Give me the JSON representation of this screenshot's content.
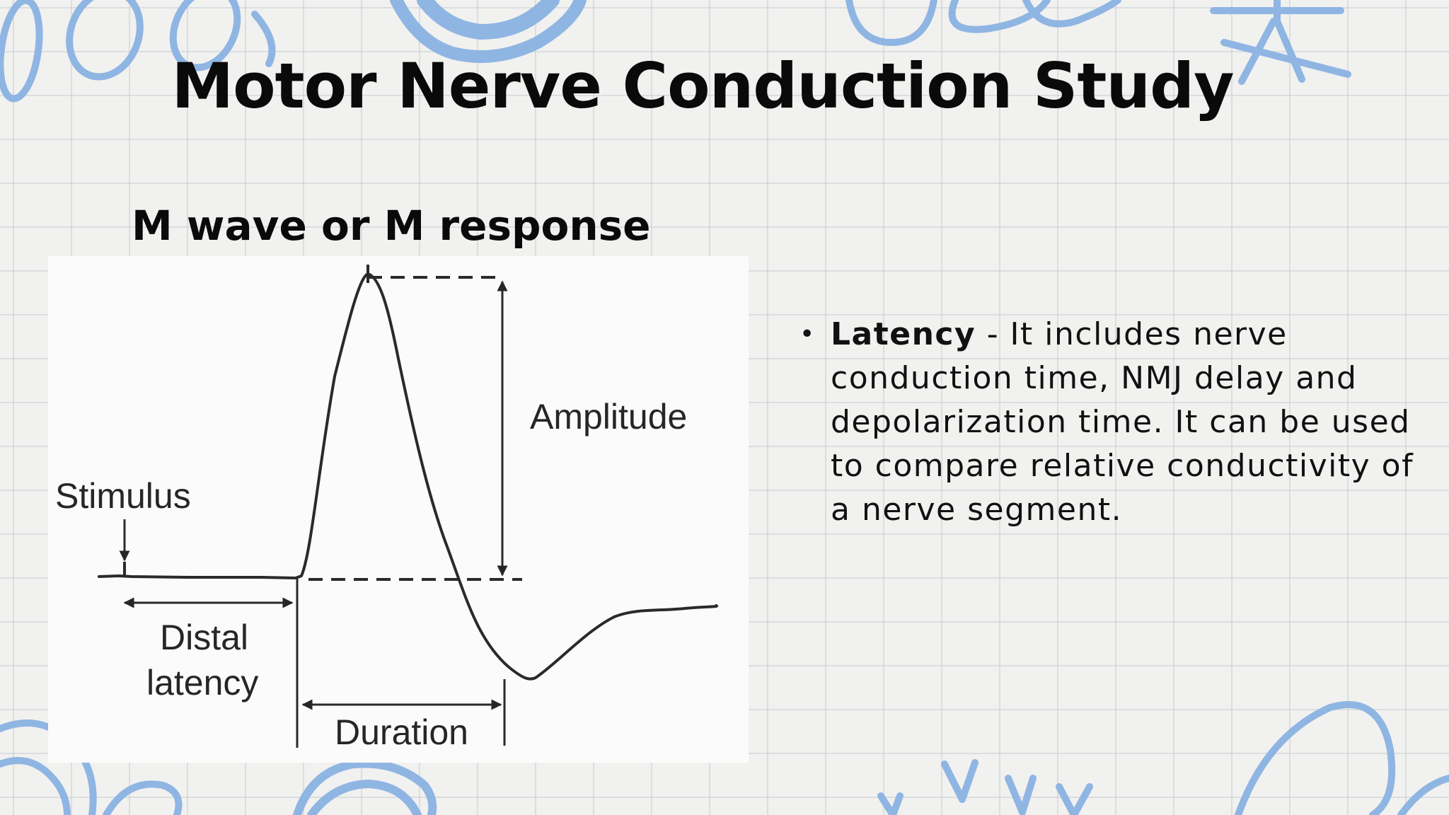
{
  "slide": {
    "title": "Motor Nerve Conduction Study",
    "subtitle": "M wave or M response"
  },
  "diagram": {
    "labels": {
      "amplitude": "Amplitude",
      "stimulus": "Stimulus",
      "distal_line1": "Distal",
      "distal_line2": "latency",
      "duration": "Duration"
    }
  },
  "bullets": [
    {
      "term": "Latency",
      "text": " - It includes nerve conduction time, NMJ delay and depolarization time. It can be used to compare relative conductivity of a nerve segment."
    }
  ],
  "colors": {
    "doodle": "#8fb5e3",
    "background": "#f1f1ef",
    "text": "#0a0a0a"
  }
}
